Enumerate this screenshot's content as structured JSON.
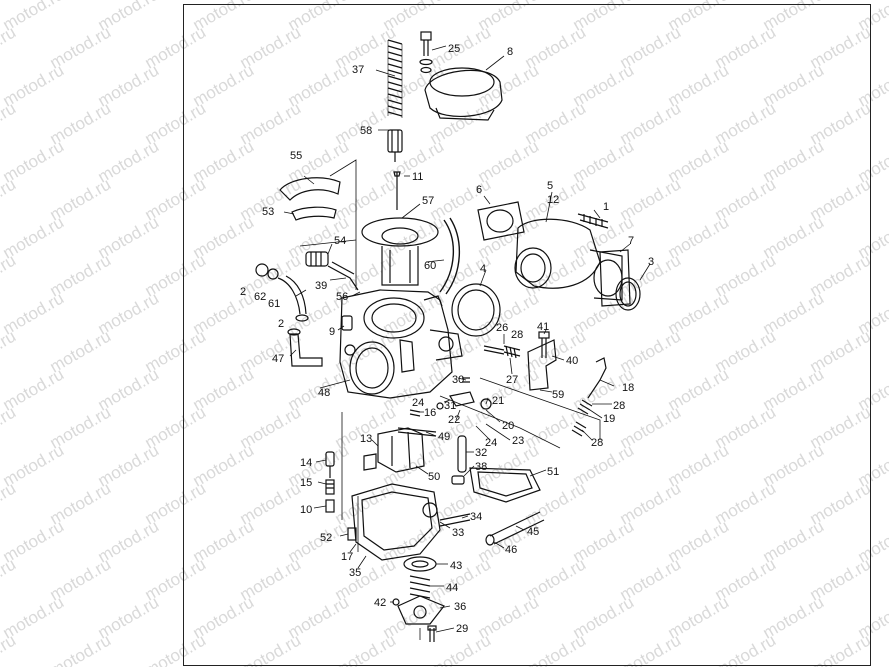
{
  "watermark": "motod.ru",
  "labels": {
    "p1": "1",
    "p2a": "2",
    "p2b": "2",
    "p3": "3",
    "p4": "4",
    "p5": "5",
    "p6": "6",
    "p7": "7",
    "p8": "8",
    "p9": "9",
    "p10": "10",
    "p11": "11",
    "p12": "12",
    "p13": "13",
    "p14": "14",
    "p15": "15",
    "p16": "16",
    "p17": "17",
    "p18": "18",
    "p19": "19",
    "p20": "20",
    "p21": "21",
    "p22": "22",
    "p23": "23",
    "p24a": "24",
    "p24b": "24",
    "p25": "25",
    "p26": "26",
    "p27": "27",
    "p28a": "28",
    "p28b": "28",
    "p28c": "28",
    "p29": "29",
    "p30": "30",
    "p31": "31",
    "p32": "32",
    "p33": "33",
    "p34": "34",
    "p35": "35",
    "p36": "36",
    "p37": "37",
    "p38": "38",
    "p39": "39",
    "p40": "40",
    "p41": "41",
    "p42": "42",
    "p43": "43",
    "p44": "44",
    "p45": "45",
    "p46": "46",
    "p47": "47",
    "p48": "48",
    "p49": "49",
    "p50": "50",
    "p51": "51",
    "p52": "52",
    "p53": "53",
    "p54": "54",
    "p55": "55",
    "p56": "56",
    "p57": "57",
    "p58": "58",
    "p59": "59",
    "p60": "60",
    "p61": "61",
    "p62": "62"
  }
}
